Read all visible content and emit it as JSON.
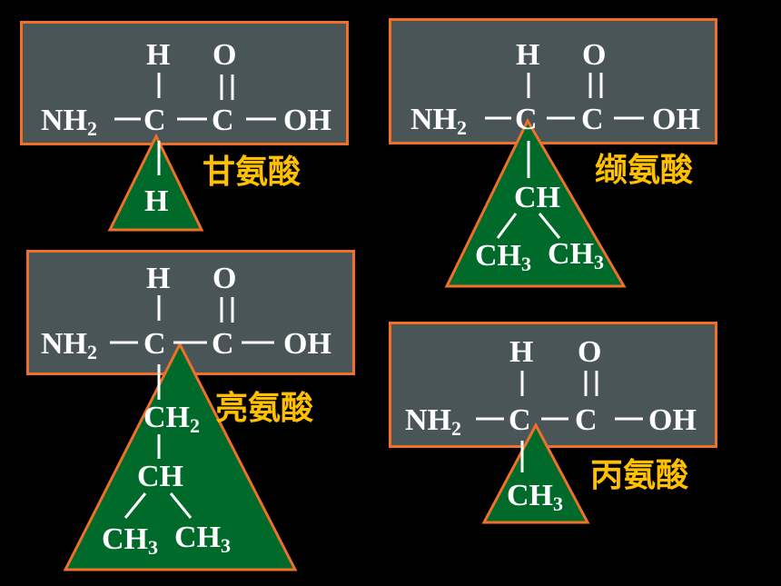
{
  "colors": {
    "background": "#000000",
    "panel": "#4a5557",
    "border": "#f0702a",
    "triangle": "#006a2a",
    "label": "#ffc000",
    "text": "#ffffff"
  },
  "common": {
    "h": "H",
    "o": "O",
    "nh": "NH",
    "two": "2",
    "c": "C",
    "oh": "OH"
  },
  "glycine": {
    "name": "甘氨酸",
    "r": "H"
  },
  "valine": {
    "name": "缬氨酸",
    "r_ch": "CH",
    "r_ch3_a": "CH",
    "r_ch3_b": "CH",
    "r_three": "3"
  },
  "leucine": {
    "name": "亮氨酸",
    "r_ch2": "CH",
    "r_two": "2",
    "r_ch": "CH",
    "r_ch3_a": "CH",
    "r_ch3_b": "CH",
    "r_three": "3"
  },
  "alanine": {
    "name": "丙氨酸",
    "r_ch3": "CH",
    "r_three": "3"
  }
}
